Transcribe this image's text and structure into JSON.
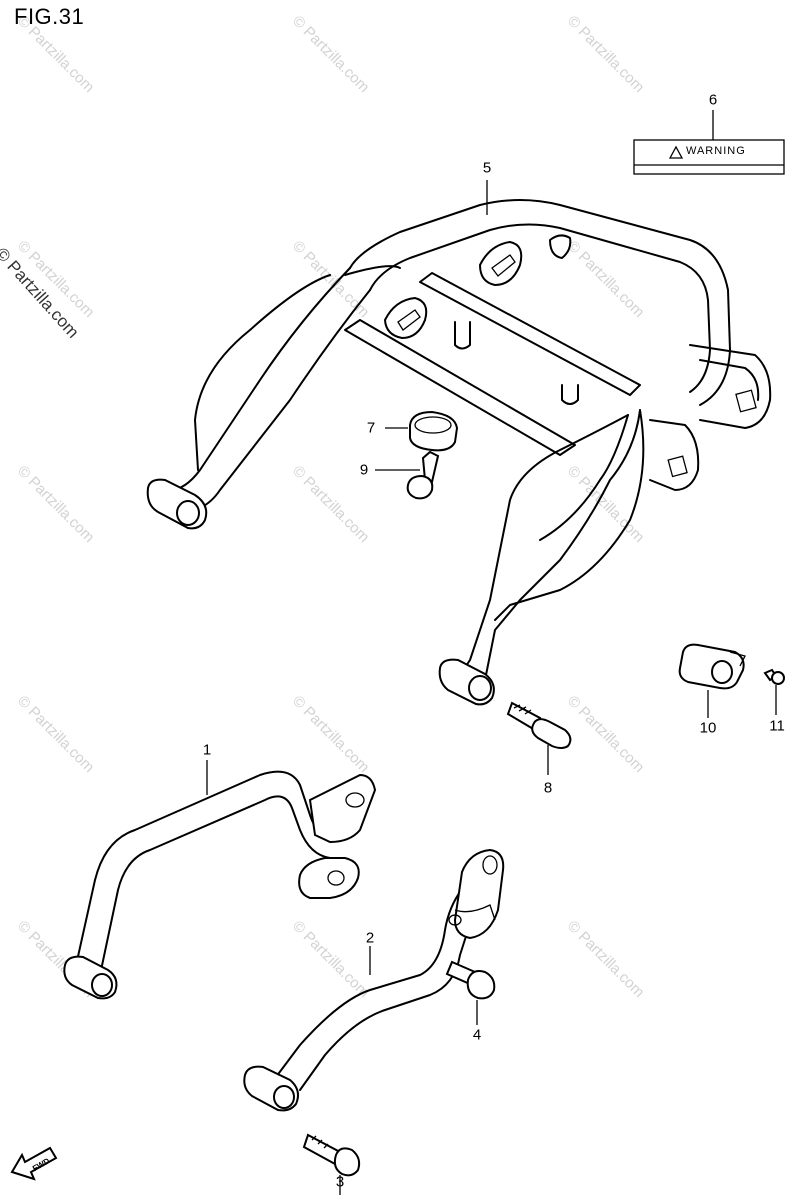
{
  "figure": {
    "title": "FIG.31",
    "watermark": "© Partzilla.com",
    "side_watermark": "© Partzilla.com",
    "label_text": "WARNING",
    "fwd_text": "FWD"
  },
  "parts": [
    {
      "number": "1",
      "name": "grab-rail-left"
    },
    {
      "number": "2",
      "name": "grab-rail-right"
    },
    {
      "number": "3",
      "name": "bolt-rear"
    },
    {
      "number": "4",
      "name": "bolt-front"
    },
    {
      "number": "5",
      "name": "carrier"
    },
    {
      "number": "6",
      "name": "warning-label"
    },
    {
      "number": "7",
      "name": "cushion"
    },
    {
      "number": "8",
      "name": "carrier-bolt"
    },
    {
      "number": "9",
      "name": "bolt-small"
    },
    {
      "number": "10",
      "name": "clamp"
    },
    {
      "number": "11",
      "name": "screw"
    }
  ]
}
